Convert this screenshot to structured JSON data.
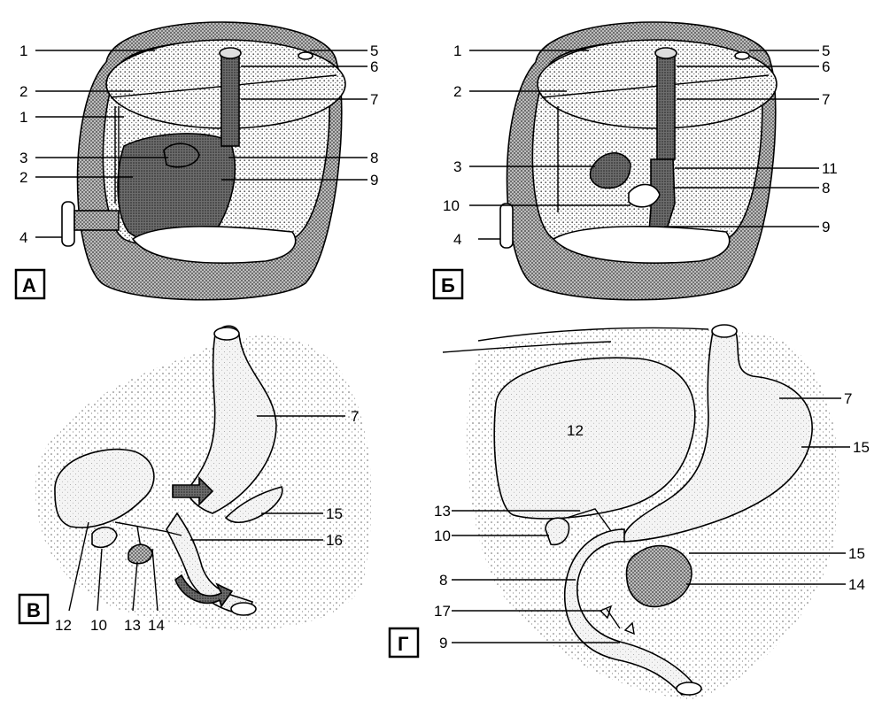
{
  "panels": {
    "A": {
      "label": "А"
    },
    "B": {
      "label": "Б"
    },
    "V": {
      "label": "В"
    },
    "G": {
      "label": "Г"
    }
  },
  "callouts": {
    "A": {
      "left": [
        "1",
        "2",
        "1",
        "3",
        "2",
        "4"
      ],
      "right": [
        "5",
        "6",
        "7",
        "8",
        "9"
      ]
    },
    "B": {
      "left": [
        "1",
        "2",
        "3",
        "10",
        "4"
      ],
      "right": [
        "5",
        "6",
        "7",
        "11",
        "8",
        "9"
      ]
    },
    "V": {
      "right": [
        "7",
        "15",
        "16"
      ],
      "bottom": [
        "12",
        "10",
        "13",
        "14"
      ]
    },
    "G": {
      "inner": [
        "12"
      ],
      "left": [
        "13",
        "10",
        "8",
        "17",
        "9"
      ],
      "right": [
        "7",
        "15",
        "15",
        "14"
      ]
    }
  },
  "colors": {
    "ink": "#000000",
    "stipple_light": "#cfcfcf",
    "stipple_dark": "#8a8a8a",
    "organ_fill": "#e6e6e6",
    "background": "#ffffff"
  }
}
